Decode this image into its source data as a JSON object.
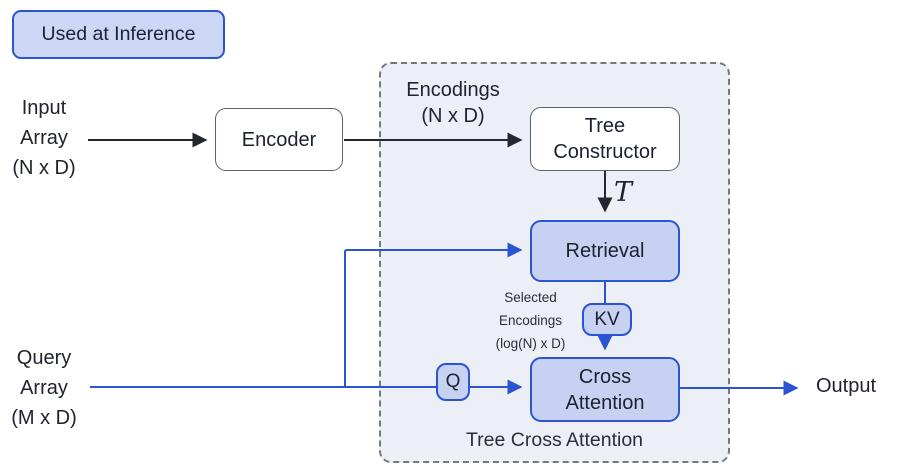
{
  "legend": {
    "label": "Used at Inference"
  },
  "labels": {
    "input_array": {
      "lines": [
        "Input",
        "Array",
        "(N x D)"
      ]
    },
    "query_array": {
      "lines": [
        "Query",
        "Array",
        "(M x D)"
      ]
    },
    "encodings": {
      "lines": [
        "Encodings",
        "(N x D)"
      ]
    },
    "selected_encodings": {
      "lines": [
        "Selected",
        "Encodings",
        "(log(N) x D)"
      ]
    },
    "tree_symbol": "T",
    "output": "Output",
    "panel_title": "Tree Cross Attention"
  },
  "nodes": {
    "encoder": {
      "label": "Encoder"
    },
    "tree_constructor": {
      "lines": [
        "Tree",
        "Constructor"
      ]
    },
    "retrieval": {
      "label": "Retrieval"
    },
    "cross_attention": {
      "lines": [
        "Cross",
        "Attention"
      ]
    },
    "kv_token": {
      "label": "KV"
    },
    "q_token": {
      "label": "Q"
    }
  },
  "colors": {
    "accent_blue": "#2b55d0",
    "node_fill_blue": "#c7d2f3",
    "panel_fill": "#edeff6",
    "panel_dash_border": "#75797f",
    "white_node_border": "#596273",
    "arrow_black": "#24282e",
    "text": "#1c2130"
  }
}
